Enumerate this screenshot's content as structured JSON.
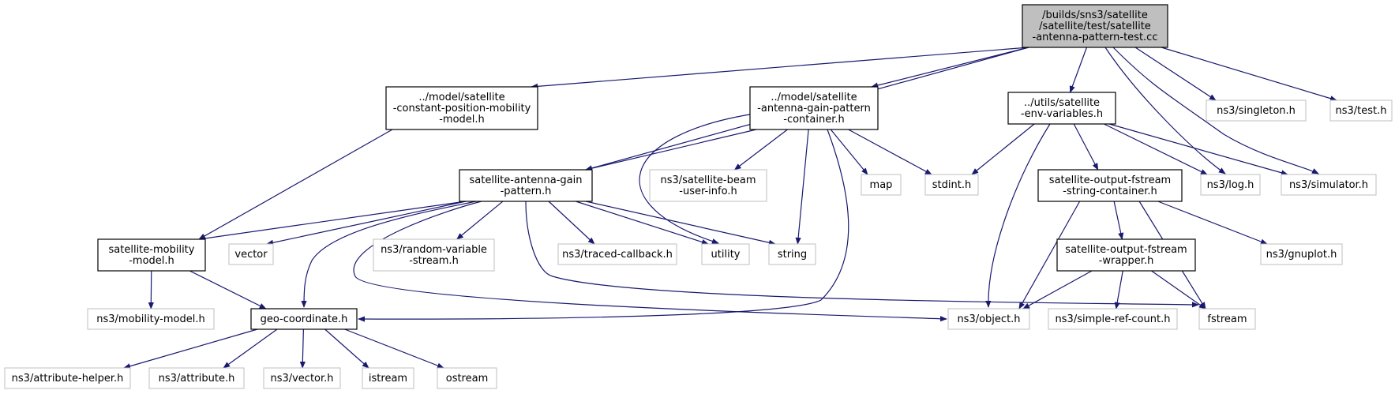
{
  "colors": {
    "edge": "#191970",
    "root_fill": "#bfbfbf",
    "node_border": "#000000",
    "external_border": "#bfbfbf",
    "background": "#ffffff"
  },
  "nodes": [
    {
      "id": "root",
      "kind": "root",
      "lines": [
        "/builds/sns3/satellite",
        "/satellite/test/satellite",
        "-antenna-pattern-test.cc"
      ]
    },
    {
      "id": "constpos",
      "kind": "file",
      "lines": [
        "../model/satellite",
        "-constant-position-mobility",
        "-model.h"
      ]
    },
    {
      "id": "gaincont",
      "kind": "file",
      "lines": [
        "../model/satellite",
        "-antenna-gain-pattern",
        "-container.h"
      ]
    },
    {
      "id": "envvars",
      "kind": "file",
      "lines": [
        "../utils/satellite",
        "-env-variables.h"
      ]
    },
    {
      "id": "singleton",
      "kind": "external",
      "lines": [
        "ns3/singleton.h"
      ]
    },
    {
      "id": "test",
      "kind": "external",
      "lines": [
        "ns3/test.h"
      ]
    },
    {
      "id": "gainpat",
      "kind": "file",
      "lines": [
        "satellite-antenna-gain",
        "-pattern.h"
      ]
    },
    {
      "id": "beamuser",
      "kind": "external",
      "lines": [
        "ns3/satellite-beam",
        "-user-info.h"
      ]
    },
    {
      "id": "map",
      "kind": "external",
      "lines": [
        "map"
      ]
    },
    {
      "id": "stdint",
      "kind": "external",
      "lines": [
        "stdint.h"
      ]
    },
    {
      "id": "fstreamcont",
      "kind": "file",
      "lines": [
        "satellite-output-fstream",
        "-string-container.h"
      ]
    },
    {
      "id": "log",
      "kind": "external",
      "lines": [
        "ns3/log.h"
      ]
    },
    {
      "id": "simulator",
      "kind": "external",
      "lines": [
        "ns3/simulator.h"
      ]
    },
    {
      "id": "mobility",
      "kind": "file",
      "lines": [
        "satellite-mobility",
        "-model.h"
      ]
    },
    {
      "id": "vector",
      "kind": "external",
      "lines": [
        "vector"
      ]
    },
    {
      "id": "randvar",
      "kind": "external",
      "lines": [
        "ns3/random-variable",
        "-stream.h"
      ]
    },
    {
      "id": "tracedcb",
      "kind": "external",
      "lines": [
        "ns3/traced-callback.h"
      ]
    },
    {
      "id": "utility",
      "kind": "external",
      "lines": [
        "utility"
      ]
    },
    {
      "id": "string",
      "kind": "external",
      "lines": [
        "string"
      ]
    },
    {
      "id": "wrapper",
      "kind": "file",
      "lines": [
        "satellite-output-fstream",
        "-wrapper.h"
      ]
    },
    {
      "id": "gnuplot",
      "kind": "external",
      "lines": [
        "ns3/gnuplot.h"
      ]
    },
    {
      "id": "mobmodel",
      "kind": "external",
      "lines": [
        "ns3/mobility-model.h"
      ]
    },
    {
      "id": "geocoord",
      "kind": "file",
      "lines": [
        "geo-coordinate.h"
      ]
    },
    {
      "id": "object",
      "kind": "external",
      "lines": [
        "ns3/object.h"
      ]
    },
    {
      "id": "simpleref",
      "kind": "external",
      "lines": [
        "ns3/simple-ref-count.h"
      ]
    },
    {
      "id": "fstream",
      "kind": "external",
      "lines": [
        "fstream"
      ]
    },
    {
      "id": "attrhelper",
      "kind": "external",
      "lines": [
        "ns3/attribute-helper.h"
      ]
    },
    {
      "id": "attribute",
      "kind": "external",
      "lines": [
        "ns3/attribute.h"
      ]
    },
    {
      "id": "ns3vector",
      "kind": "external",
      "lines": [
        "ns3/vector.h"
      ]
    },
    {
      "id": "istream",
      "kind": "external",
      "lines": [
        "istream"
      ]
    },
    {
      "id": "ostream",
      "kind": "external",
      "lines": [
        "ostream"
      ]
    }
  ],
  "edges": [
    [
      "root",
      "constpos"
    ],
    [
      "root",
      "gaincont"
    ],
    [
      "root",
      "gainpat"
    ],
    [
      "root",
      "envvars"
    ],
    [
      "root",
      "log"
    ],
    [
      "root",
      "simulator"
    ],
    [
      "root",
      "singleton"
    ],
    [
      "root",
      "test"
    ],
    [
      "constpos",
      "mobility"
    ],
    [
      "gaincont",
      "gainpat"
    ],
    [
      "gaincont",
      "beamuser"
    ],
    [
      "gaincont",
      "map"
    ],
    [
      "gaincont",
      "stdint"
    ],
    [
      "gaincont",
      "utility"
    ],
    [
      "gaincont",
      "string"
    ],
    [
      "gaincont",
      "geocoord"
    ],
    [
      "envvars",
      "stdint"
    ],
    [
      "envvars",
      "fstreamcont"
    ],
    [
      "envvars",
      "log"
    ],
    [
      "envvars",
      "simulator"
    ],
    [
      "envvars",
      "object"
    ],
    [
      "gainpat",
      "mobility"
    ],
    [
      "gainpat",
      "vector"
    ],
    [
      "gainpat",
      "randvar"
    ],
    [
      "gainpat",
      "tracedcb"
    ],
    [
      "gainpat",
      "utility"
    ],
    [
      "gainpat",
      "string"
    ],
    [
      "gainpat",
      "geocoord"
    ],
    [
      "gainpat",
      "object"
    ],
    [
      "gainpat",
      "fstream"
    ],
    [
      "fstreamcont",
      "wrapper"
    ],
    [
      "fstreamcont",
      "gnuplot"
    ],
    [
      "fstreamcont",
      "fstream"
    ],
    [
      "fstreamcont",
      "object"
    ],
    [
      "mobility",
      "mobmodel"
    ],
    [
      "mobility",
      "geocoord"
    ],
    [
      "wrapper",
      "object"
    ],
    [
      "wrapper",
      "simpleref"
    ],
    [
      "wrapper",
      "fstream"
    ],
    [
      "geocoord",
      "attrhelper"
    ],
    [
      "geocoord",
      "attribute"
    ],
    [
      "geocoord",
      "ns3vector"
    ],
    [
      "geocoord",
      "istream"
    ],
    [
      "geocoord",
      "ostream"
    ]
  ]
}
